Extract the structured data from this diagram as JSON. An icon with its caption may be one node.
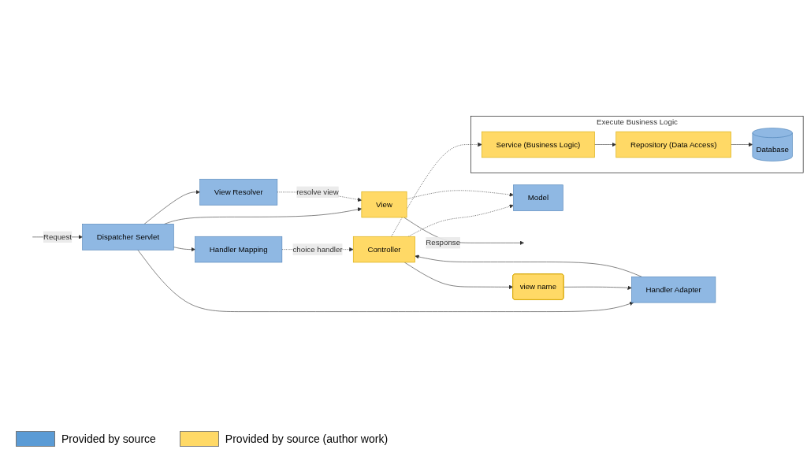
{
  "diagram": {
    "nodes": [
      {
        "text": [
          "Dispatcher Servlet"
        ]
      },
      {
        "text": [
          "Handler Mapping"
        ]
      },
      {
        "text": [
          "Handler Adapter"
        ]
      },
      {
        "text": [
          "Controller"
        ]
      },
      {
        "text": [
          "view name"
        ]
      },
      {
        "text": [
          "View Resolver"
        ]
      },
      {
        "text": [
          "View"
        ]
      },
      {
        "text": [
          "Model"
        ]
      },
      {
        "text": [
          "Execute Business Logic"
        ]
      },
      {
        "text": [
          "Service (Business Logic)"
        ],
        "in": 8
      },
      {
        "text": [
          "Repository (Data Access)"
        ],
        "in": 8
      },
      {
        "text": [
          "Database"
        ],
        "in": 8
      }
    ],
    "edges": [
      {
        "from": null,
        "to": 0,
        "arrow": "to",
        "label": "Request"
      },
      {
        "from": 0,
        "to": 1,
        "arrow": "to"
      },
      {
        "from": 0,
        "to": 2,
        "arrow": "to"
      },
      {
        "from": 0,
        "to": 5,
        "arrow": "to"
      },
      {
        "from": 0,
        "to": 6,
        "arrow": "to"
      },
      {
        "from": 1,
        "to": 3,
        "arrow": "to",
        "style": "dashed",
        "label": "choice handler"
      },
      {
        "from": 2,
        "to": 3,
        "arrow": "to"
      },
      {
        "from": 3,
        "to": 4,
        "arrow": "to"
      },
      {
        "from": 4,
        "to": 2,
        "arrow": "to"
      },
      {
        "from": 3,
        "to": 9,
        "arrow": "to",
        "style": "dashed"
      },
      {
        "from": 3,
        "to": 7,
        "arrow": "to",
        "style": "dashed"
      },
      {
        "from": 5,
        "to": 6,
        "arrow": "to",
        "style": "dashed",
        "label": "resolve view"
      },
      {
        "from": 6,
        "to": 7,
        "arrow": "to",
        "style": "dashed"
      },
      {
        "from": 6,
        "to": null,
        "arrow": "to",
        "label": "Response"
      },
      {
        "from": 9,
        "to": 10,
        "arrow": "to"
      },
      {
        "from": 10,
        "to": 11,
        "arrow": "to"
      }
    ],
    "legend": [
      {
        "text": "Provided by source",
        "color": "#5b9bd5"
      },
      {
        "text": "Provided by source (author work)",
        "color": "#ffd966"
      }
    ]
  }
}
